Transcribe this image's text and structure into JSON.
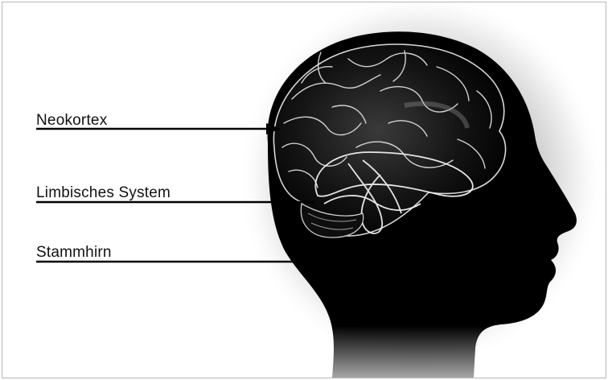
{
  "labels": {
    "neokortex": "Neokortex",
    "limbic": "Limbisches System",
    "brainstem": "Stammhirn"
  },
  "colors": {
    "background": "#ffffff",
    "silhouette": "#000000",
    "brain_lines": "#e6e6e6",
    "label_text": "#111111",
    "leader_line": "#000000"
  },
  "icons": {
    "head": "head-silhouette-profile-right",
    "brain": "brain-illustration"
  }
}
